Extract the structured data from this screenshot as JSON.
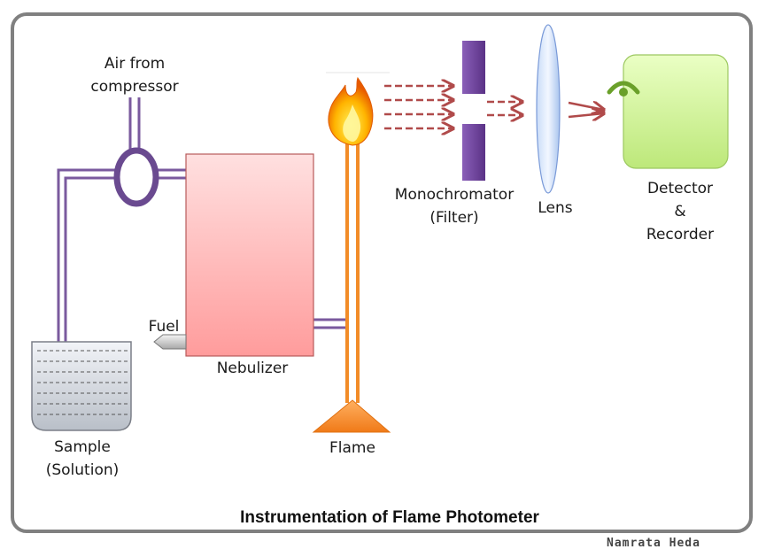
{
  "labels": {
    "air_line1": "Air from",
    "air_line2": "compressor",
    "fuel": "Fuel",
    "nebulizer": "Nebulizer",
    "sample_line1": "Sample",
    "sample_line2": "(Solution)",
    "flame": "Flame",
    "monochromator_line1": "Monochromator",
    "monochromator_line2": "(Filter)",
    "lens": "Lens",
    "detector_line1": "Detector",
    "detector_line2": "&",
    "detector_line3": "Recorder"
  },
  "title": "Instrumentation of Flame Photometer",
  "credit": "Namrata Heda",
  "colors": {
    "tube_purple": "#7a5a9e",
    "tube_orange": "#f28c28",
    "arrow_red": "#b04a4a",
    "nebulizer_pink": "#ffb0b0",
    "detector_green": "#c8f08c",
    "lens_blue": "#b8d0f4",
    "filter_purple": "#6a3f94",
    "frame_gray": "#808080"
  }
}
